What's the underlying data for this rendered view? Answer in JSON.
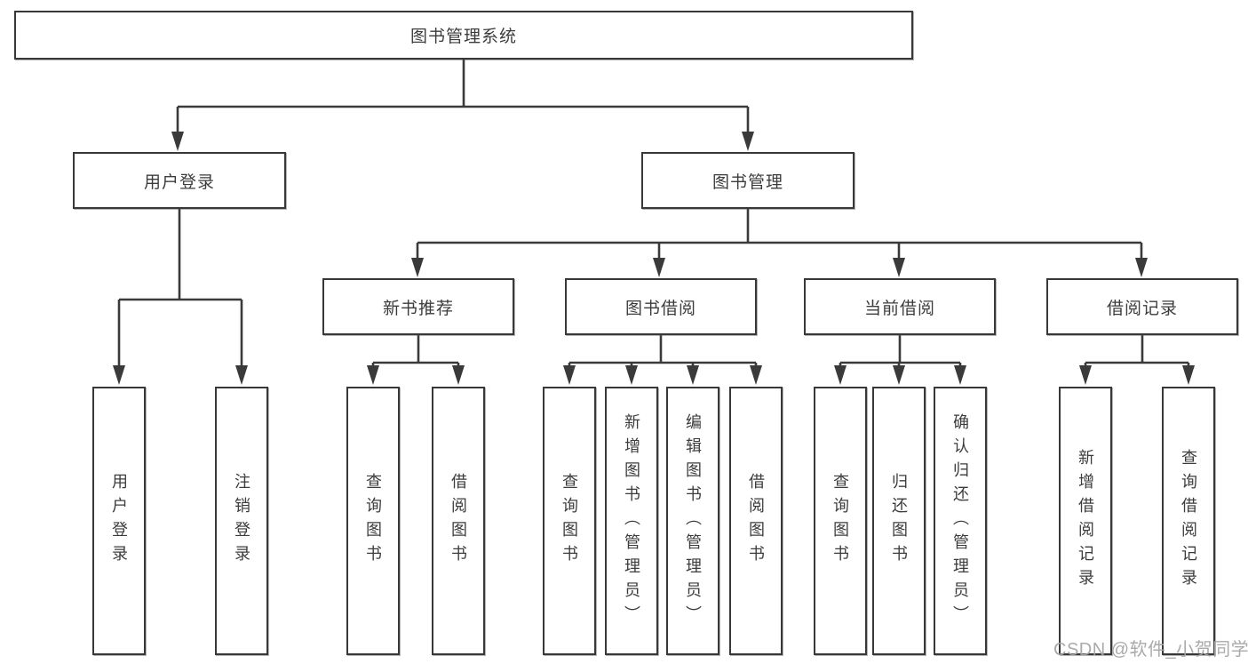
{
  "diagram": {
    "root": "图书管理系统",
    "level2": [
      {
        "label": "用户登录"
      },
      {
        "label": "图书管理"
      }
    ],
    "level3": [
      {
        "label": "新书推荐"
      },
      {
        "label": "图书借阅"
      },
      {
        "label": "当前借阅"
      },
      {
        "label": "借阅记录"
      }
    ],
    "user_children": [
      "用户登录",
      "注销登录"
    ],
    "recommend_children": [
      "查询图书",
      "借阅图书"
    ],
    "borrow_children": [
      "查询图书",
      "新增图书（管理员）",
      "编辑图书（管理员）",
      "借阅图书"
    ],
    "current_children": [
      "查询图书",
      "归还图书",
      "确认归还（管理员）"
    ],
    "records_children": [
      "新增借阅记录",
      "查询借阅记录"
    ]
  },
  "watermark": "CSDN @软件_小贺同学",
  "colors": {
    "line": "#3a3a3a",
    "border": "#383838",
    "text": "#3c3c3c",
    "watermark": "#a5a5a8",
    "background": "#ffffff"
  }
}
